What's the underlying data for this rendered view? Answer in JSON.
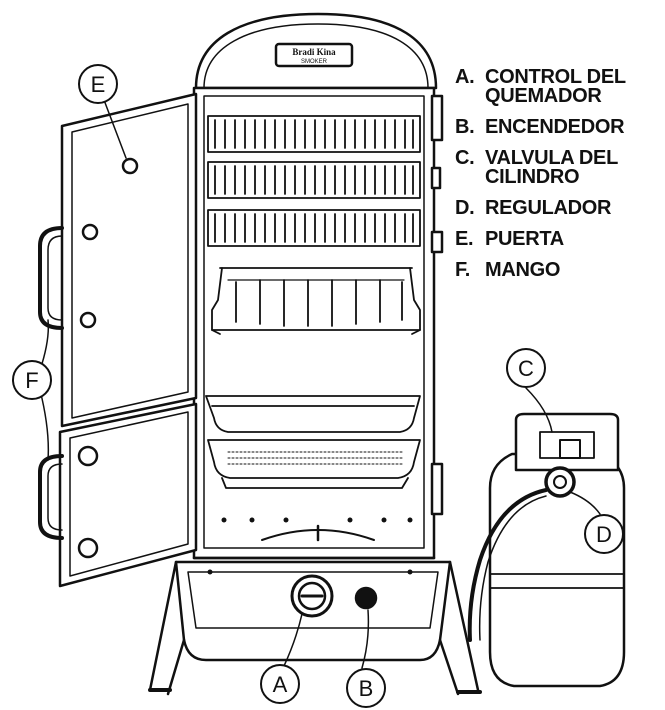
{
  "brand": {
    "line1": "Bradi Kina",
    "line2": "SMOKER"
  },
  "callouts": {
    "A": "A",
    "B": "B",
    "C": "C",
    "D": "D",
    "E": "E",
    "F": "F"
  },
  "legend": [
    {
      "letter": "A.",
      "text": "CONTROL DEL QUEMADOR"
    },
    {
      "letter": "B.",
      "text": "ENCENDEDOR"
    },
    {
      "letter": "C.",
      "text": "VALVULA DEL CILINDRO"
    },
    {
      "letter": "D.",
      "text": "REGULADOR"
    },
    {
      "letter": "E.",
      "text": "PUERTA"
    },
    {
      "letter": "F.",
      "text": "MANGO"
    }
  ]
}
